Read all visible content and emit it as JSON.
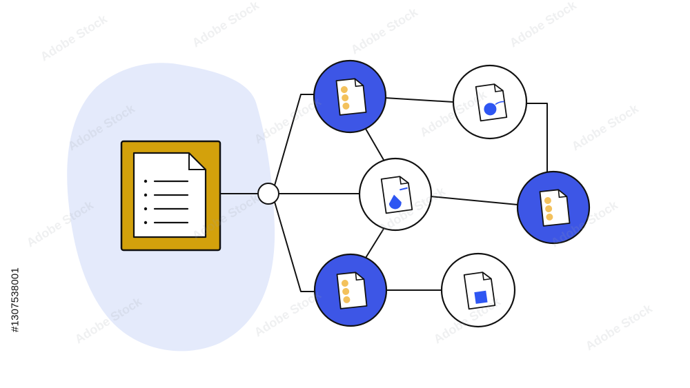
{
  "colors": {
    "background": "#ffffff",
    "blob": "#e4eafb",
    "document_panel": "#d3a10c",
    "outline": "#111111",
    "node_blue": "#3d56e6",
    "node_white": "#ffffff",
    "paper": "#ffffff",
    "accent_orange": "#f3c15c",
    "accent_blue": "#2e56f2"
  },
  "diagram": {
    "source": {
      "icon": "document-list-icon",
      "list_lines": 4
    },
    "hub": {
      "icon": "junction-circle"
    },
    "nodes": [
      {
        "id": "n1",
        "style": "blue",
        "icon": "document-dots-icon"
      },
      {
        "id": "n2",
        "style": "white",
        "icon": "document-circle-icon"
      },
      {
        "id": "n3",
        "style": "white",
        "icon": "document-drop-icon"
      },
      {
        "id": "n4",
        "style": "blue",
        "icon": "document-dots-icon"
      },
      {
        "id": "n5",
        "style": "blue",
        "icon": "document-dots-icon"
      },
      {
        "id": "n6",
        "style": "white",
        "icon": "document-square-icon"
      }
    ],
    "edges": [
      [
        "source",
        "hub"
      ],
      [
        "hub",
        "n1"
      ],
      [
        "hub",
        "n3"
      ],
      [
        "hub",
        "n5"
      ],
      [
        "n1",
        "n2"
      ],
      [
        "n1",
        "n3"
      ],
      [
        "n3",
        "n5"
      ],
      [
        "n3",
        "n4"
      ],
      [
        "n2",
        "n4"
      ],
      [
        "n5",
        "n6"
      ]
    ]
  },
  "watermark": {
    "text": "Adobe Stock"
  },
  "stock_id": "#1307538001"
}
